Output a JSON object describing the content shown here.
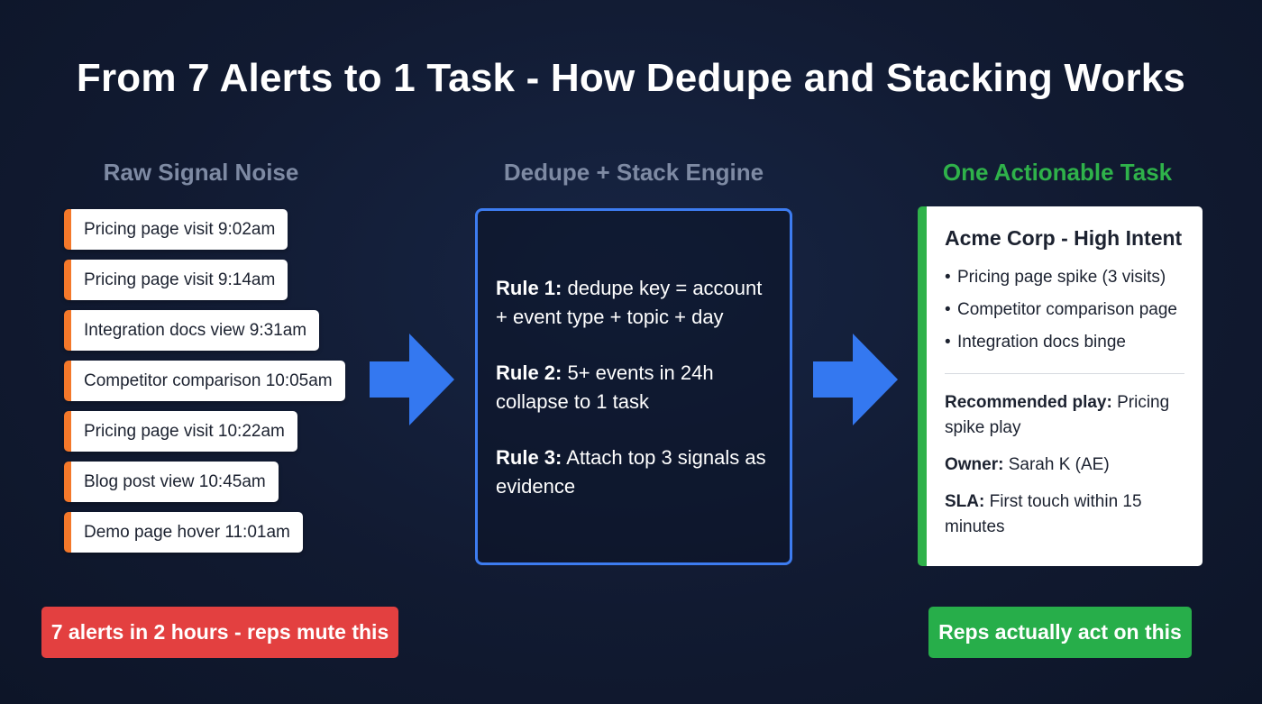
{
  "title": "From 7 Alerts to 1 Task - How Dedupe and Stacking Works",
  "columns": {
    "left": "Raw Signal Noise",
    "middle": "Dedupe + Stack Engine",
    "right": "One Actionable Task"
  },
  "signals": [
    "Pricing page visit 9:02am",
    "Pricing page visit 9:14am",
    "Integration docs view 9:31am",
    "Competitor comparison 10:05am",
    "Pricing page visit 10:22am",
    "Blog post view 10:45am",
    "Demo page hover 11:01am"
  ],
  "rules": [
    {
      "label": "Rule 1:",
      "text": "dedupe key = account + event type + topic + day"
    },
    {
      "label": "Rule 2:",
      "text": "5+ events in 24h collapse to 1 task"
    },
    {
      "label": "Rule 3:",
      "text": "Attach top 3 signals as evidence"
    }
  ],
  "task": {
    "title": "Acme Corp - High Intent",
    "bullets": [
      "Pricing page spike (3 visits)",
      "Competitor comparison page",
      "Integration docs binge"
    ],
    "bullet_glyph": "•",
    "recommended_label": "Recommended play:",
    "recommended_value": "Pricing spike play",
    "owner_label": "Owner:",
    "owner_value": "Sarah K (AE)",
    "sla_label": "SLA:",
    "sla_value": "First touch within 15 minutes"
  },
  "badges": {
    "left": "7 alerts in 2 hours - reps mute this",
    "right": "Reps actually act on this"
  },
  "colors": {
    "background": "#111a31",
    "signal_accent": "#f4782a",
    "engine_border": "#3d7cf0",
    "arrow": "#3478f0",
    "task_accent": "#2fb24a",
    "badge_red": "#e34040",
    "badge_green": "#27ae4a"
  }
}
